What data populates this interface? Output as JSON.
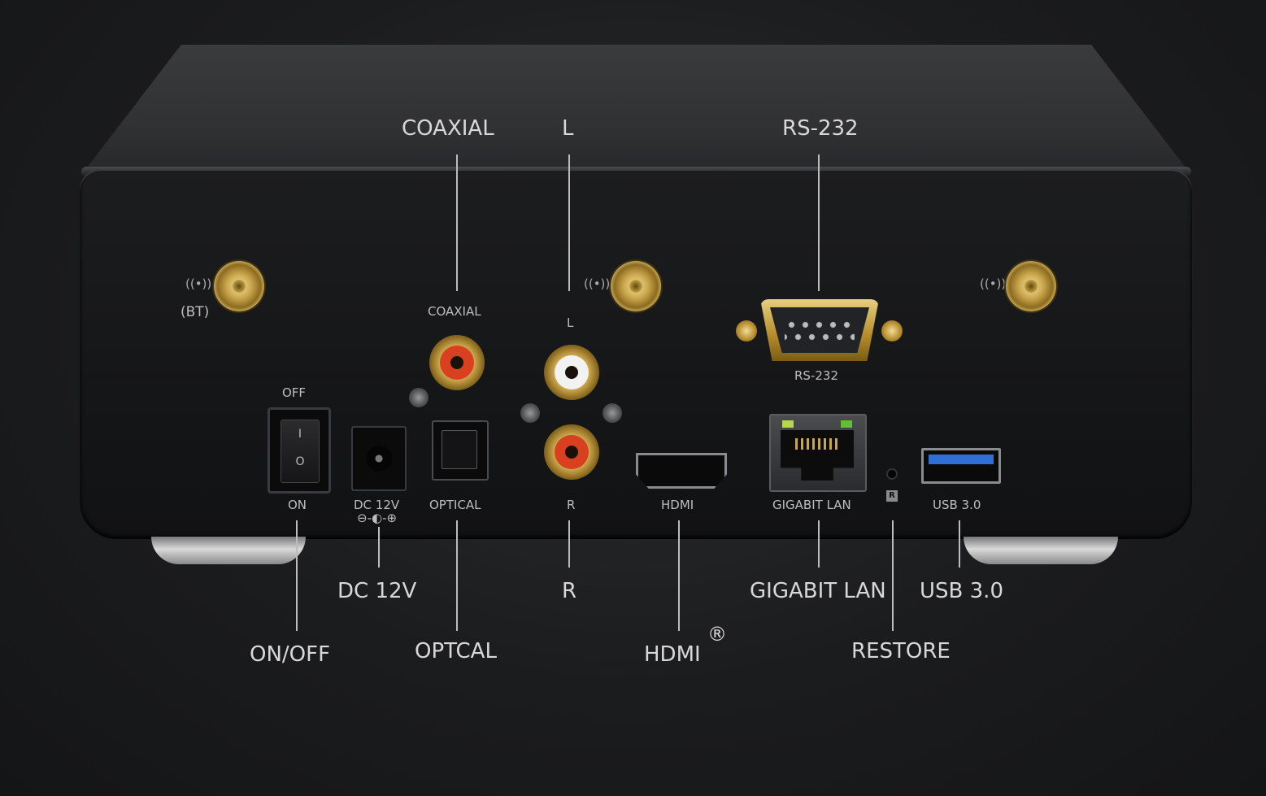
{
  "device": {
    "antenna_bt_label": "(BT)",
    "switch_top": "OFF",
    "switch_bottom": "ON",
    "rocker_on": "I",
    "rocker_off": "O",
    "restore_mark": "R",
    "panel_labels": {
      "coaxial": "COAXIAL",
      "l": "L",
      "r": "R",
      "rs232": "RS-232",
      "dc": "DC 12V",
      "dc_polarity": "⊖-◐-⊕",
      "optical": "OPTICAL",
      "hdmi": "HDMI",
      "lan": "GIGABIT LAN",
      "usb": "USB 3.0"
    },
    "colors": {
      "rca_coaxial": "#d8401f",
      "rca_left": "#f2f2f2",
      "rca_right": "#d8401f",
      "usb_tongue": "#2f6fd6",
      "lan_led_left": "#b7d64a",
      "lan_led_right": "#5fbf3a",
      "gold": "#c9a64c"
    }
  },
  "callouts": {
    "coaxial": "COAXIAL",
    "l": "L",
    "rs232": "RS-232",
    "dc": "DC 12V",
    "r": "R",
    "lan": "GIGABIT LAN",
    "usb": "USB 3.0",
    "onoff": "ON/OFF",
    "optical": "OPTCAL",
    "hdmi": "HDMI",
    "hdmi_mark": "®",
    "restore": "RESTORE"
  }
}
